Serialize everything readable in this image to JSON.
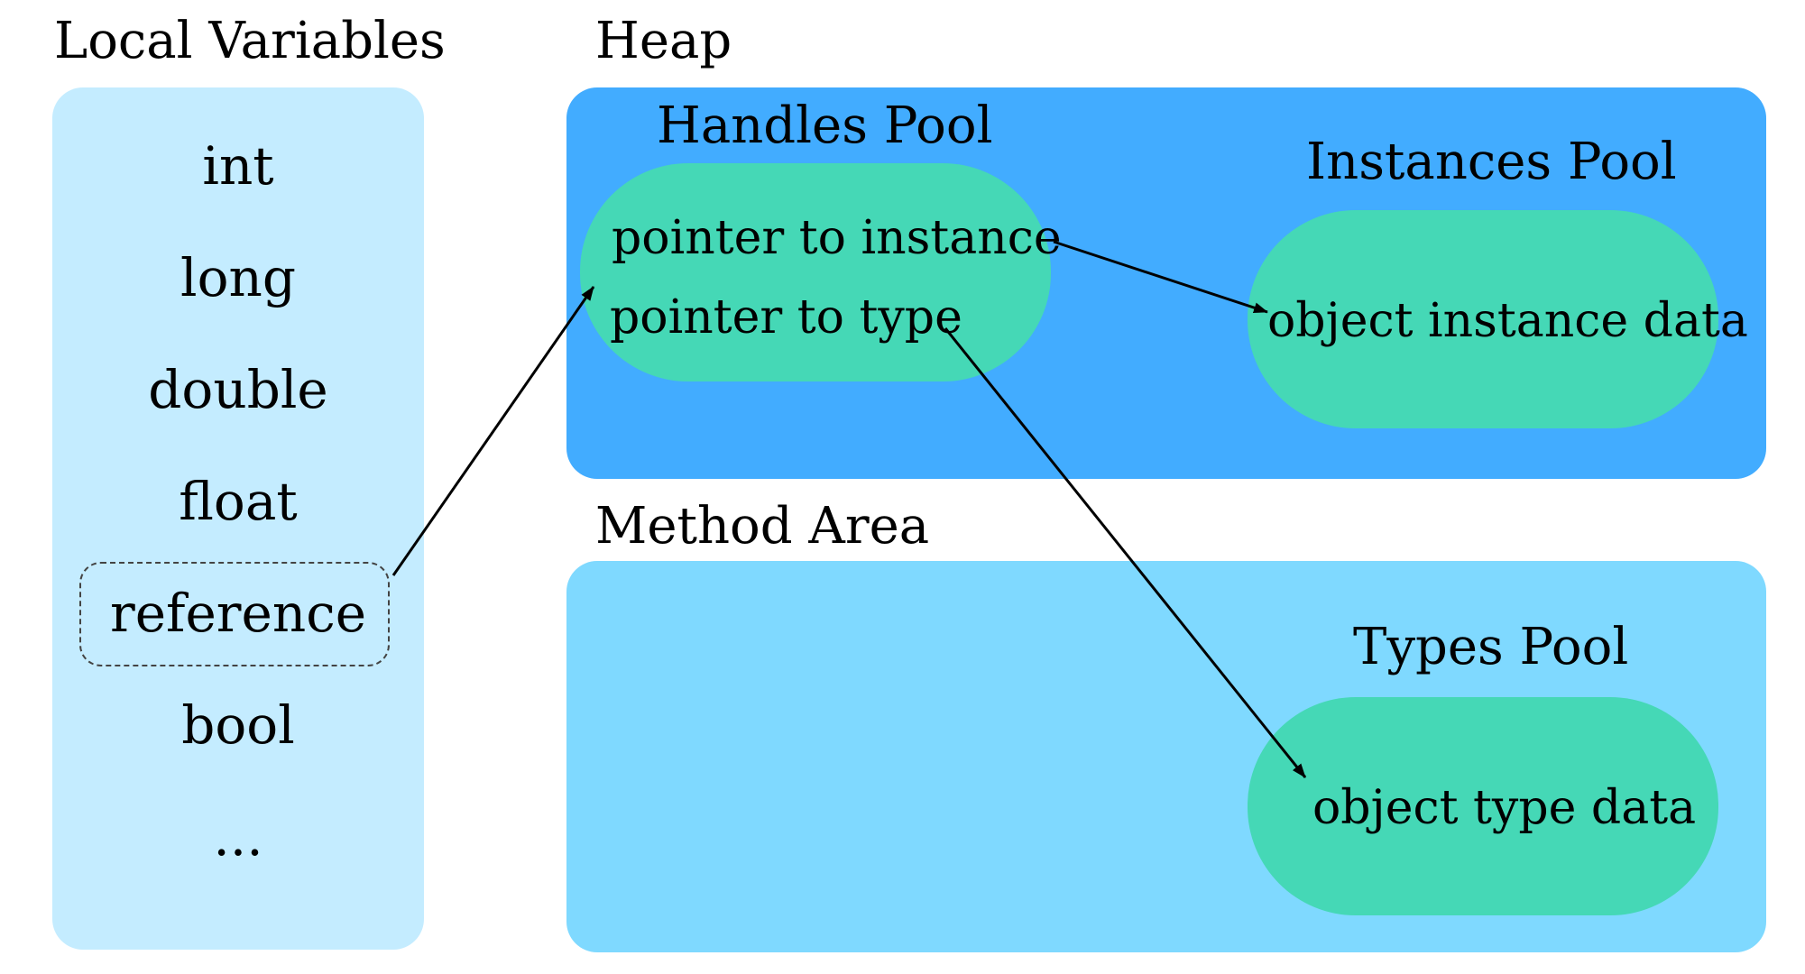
{
  "local_variables": {
    "title": "Local Variables",
    "items": [
      "int",
      "long",
      "double",
      "float",
      "reference",
      "bool",
      "..."
    ],
    "highlighted_item": "reference"
  },
  "heap": {
    "title": "Heap",
    "handles_pool": {
      "title": "Handles Pool",
      "entries": [
        "pointer to instance",
        "pointer to type"
      ]
    },
    "instances_pool": {
      "title": "Instances Pool",
      "entry": "object instance data"
    }
  },
  "method_area": {
    "title": "Method Area",
    "types_pool": {
      "title": "Types Pool",
      "entry": "object type data"
    }
  },
  "colors": {
    "local_variables_bg": "#c4ecff",
    "heap_bg": "#42acff",
    "method_area_bg": "#7fd9ff",
    "pool_bg": "#45d8b6",
    "arrow": "#000000"
  }
}
